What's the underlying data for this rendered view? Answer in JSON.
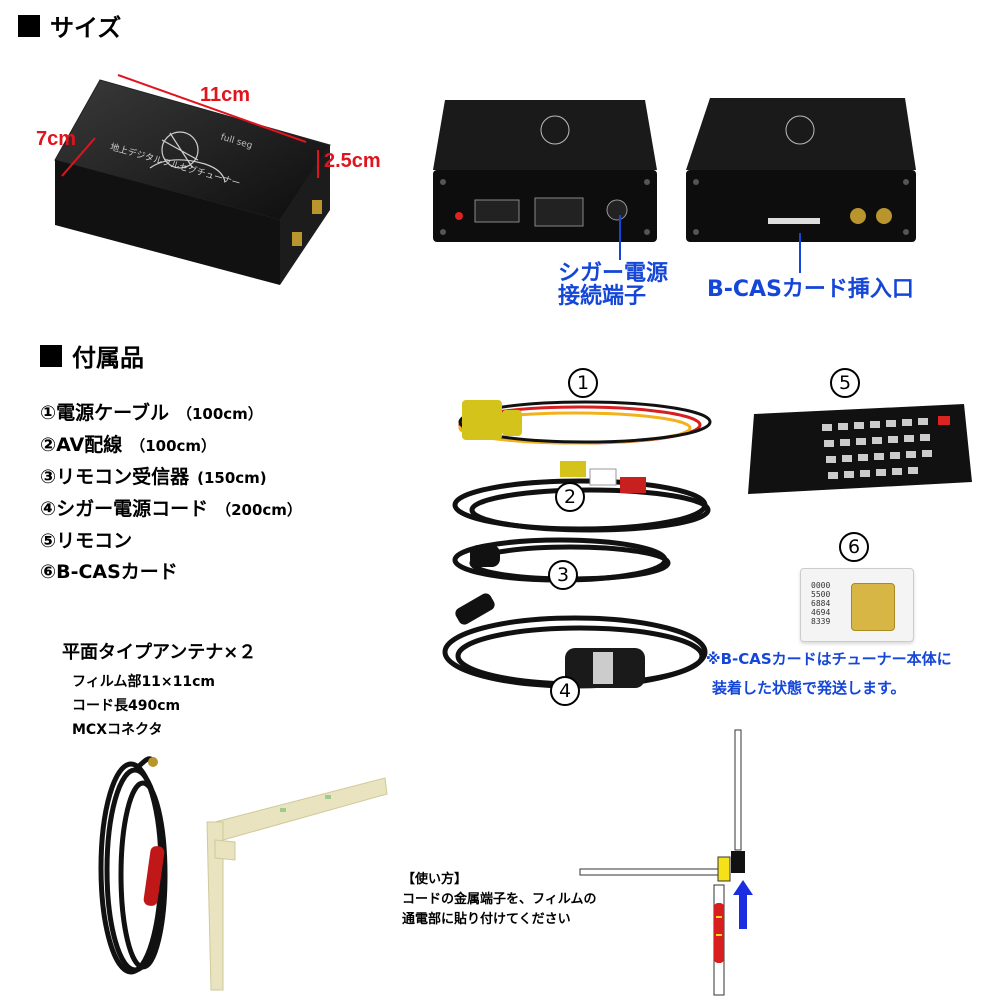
{
  "size_section": {
    "heading": "サイズ"
  },
  "dimensions": {
    "width": "11cm",
    "depth": "7cm",
    "height": "2.5cm"
  },
  "device": {
    "brand_text": "full seg",
    "front_label": "地上デジタルフルセグチューナー"
  },
  "port_labels": {
    "cigar_power": [
      "シガー電源",
      "接続端子"
    ],
    "bcas_slot": "B-CASカード挿入口"
  },
  "accessories": {
    "heading": "付属品",
    "items": [
      {
        "name": "①電源ケーブル",
        "length": "（100cm）"
      },
      {
        "name": "②AV配線",
        "length": "（100cm）"
      },
      {
        "name": "③リモコン受信器",
        "length": "(150cm)"
      },
      {
        "name": "④シガー電源コード",
        "length": "（200cm）"
      },
      {
        "name": "⑤リモコン",
        "length": ""
      },
      {
        "name": "⑥B-CASカード",
        "length": ""
      }
    ]
  },
  "antenna": {
    "title": "平面タイプアンテナ×２",
    "specs": [
      "フィルム部11×11cm",
      "コード長490cm",
      "MCXコネクタ"
    ]
  },
  "number_markers": [
    "1",
    "2",
    "3",
    "4",
    "5",
    "6"
  ],
  "bcas_card": {
    "card_numbers": [
      "0000",
      "5500",
      "6884",
      "4694",
      "8339"
    ]
  },
  "bcas_note": [
    "※B-CASカードはチューナー本体に",
    "装着した状態で発送します。"
  ],
  "usage": {
    "title": "【使い方】",
    "lines": [
      "コードの金属端子を、フィルムの",
      "通電部に貼り付けてください"
    ]
  },
  "colors": {
    "label_red": "#e0141e",
    "label_blue": "#1446d8",
    "arrow_blue": "#1a2de0"
  }
}
